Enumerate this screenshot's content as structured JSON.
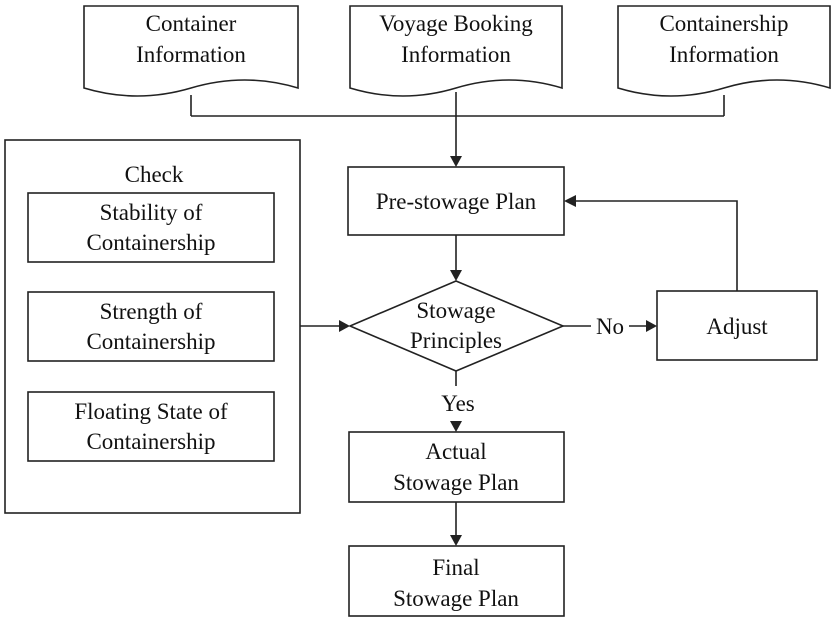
{
  "documents": {
    "container": [
      "Container",
      "Information"
    ],
    "voyage": [
      "Voyage Booking",
      "Information"
    ],
    "containership": [
      "Containership",
      "Information"
    ]
  },
  "check": {
    "title": "Check",
    "items": [
      [
        "Stability of",
        "Containership"
      ],
      [
        "Strength of",
        "Containership"
      ],
      [
        "Floating State of",
        "Containership"
      ]
    ]
  },
  "process": {
    "pre_stowage": "Pre-stowage Plan",
    "decision": [
      "Stowage",
      "Principles"
    ],
    "adjust": "Adjust",
    "actual": [
      "Actual",
      "Stowage Plan"
    ],
    "final": [
      "Final",
      "Stowage Plan"
    ]
  },
  "labels": {
    "no": "No",
    "yes": "Yes"
  }
}
